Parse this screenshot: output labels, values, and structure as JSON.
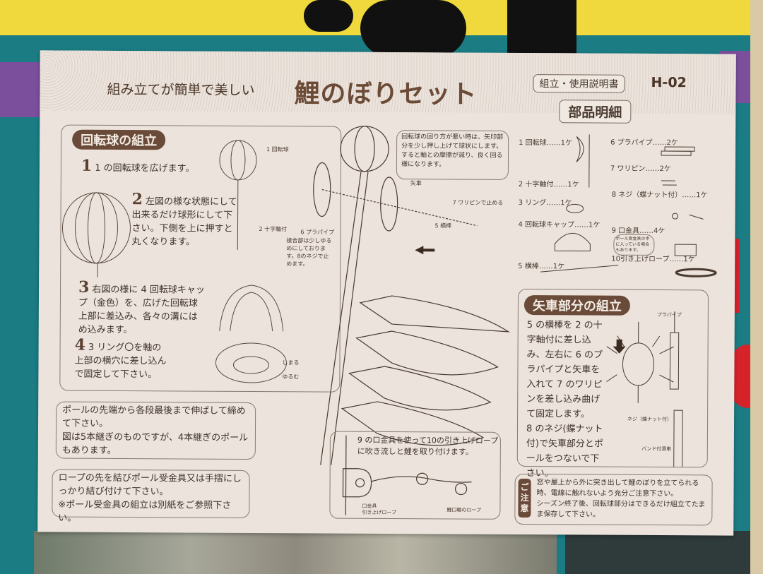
{
  "header": {
    "subtitle": "組み立てが簡単で美しい",
    "title": "鯉のぼりセット",
    "manual_label": "組立・使用説明書",
    "model_code": "H-02",
    "parts_heading": "部品明細"
  },
  "sphere_assembly": {
    "heading": "回転球の組立",
    "steps": [
      {
        "num": "1",
        "text": "1 の回転球を広げます。"
      },
      {
        "num": "2",
        "text": "左図の様な状態にして出来るだけ球形にして下さい。下側を上に押すと丸くなります。"
      },
      {
        "num": "3",
        "text": "右図の様に 4 回転球キャップ（金色）を、広げた回転球上部に差込み、各々の溝にはめ込みます。"
      },
      {
        "num": "4",
        "text": "3 リング〇を軸の上部の横穴に差し込んで固定して下さい。"
      }
    ],
    "labels": [
      "1 回転球",
      "2 十字軸付"
    ]
  },
  "center_notes": {
    "sphere_tip": "回転球の回り方が悪い時は、矢印部分を少し押し上げて球状にします。すると軸との摩擦が減り、良く回る様になります。",
    "arrow_wheel": "矢車",
    "pin_label": "7 ワリピンで止める",
    "bar_label": "5 横棒",
    "pipe_label": "6 プラパイプ",
    "joint_note": "接合部は少しゆるめにしております。8のネジで止めます。",
    "tighten": "しまる",
    "loosen": "ゆるむ"
  },
  "parts": [
    {
      "label": "1 回転球……1ケ"
    },
    {
      "label": "2 十字軸付……1ケ"
    },
    {
      "label": "3 リング……1ケ"
    },
    {
      "label": "4 回転球キャップ……1ケ"
    },
    {
      "label": "5 横棒……1ケ"
    },
    {
      "label": "6 プラパイプ……2ケ"
    },
    {
      "label": "7 ワリピン……2ケ"
    },
    {
      "label": "8 ネジ（蝶ナット付）……1ケ"
    },
    {
      "label": "9 口金具……4ケ"
    },
    {
      "label": "10引き上げロープ……1ケ"
    }
  ],
  "parts_note": "ポール受金具の中に入っている場合もあります。",
  "pole_note": "ポールの先端から各段最後まで伸ばして締めて下さい。\n図は5本継ぎのものですが、4本継ぎのポールもあります。",
  "rope_note": "ロープの先を結びポール受金具又は手摺にしっかり結び付けて下さい。\n※ポール受金具の組立は別紙をご参照下さい。",
  "clip_box": {
    "text": "9 の口金具を使って10の引き上げロープに吹き流しと鯉を取り付けます。",
    "label_clip": "口金具",
    "label_rope": "引き上げロープ",
    "label_fish_rope": "鯉口輪のロープ"
  },
  "arrow_wheel_assembly": {
    "heading": "矢車部分の組立",
    "text": "5 の横棒を 2 の十字軸付に差し込み、左右に 6 のプラパイプと矢車を入れて 7 のワリピンを差し込み曲げて固定します。\n8 のネジ(蝶ナット付)で矢車部分とポールをつないで下さい。",
    "labels": [
      "プラパイプ",
      "ネジ（蝶ナット付）",
      "バンド付滑車"
    ]
  },
  "caution": {
    "tab": "ご注意",
    "text": "窓や屋上から外に突き出して鯉のぼりを立てられる時、電線に触れないよう充分ご注意下さい。\nシーズン終了後、回転球部分はできるだけ組立てたまま保存して下さい。"
  },
  "colors": {
    "brown": "#6a4a38",
    "paper": "#ebe3dc",
    "teal": "#1b7c84",
    "yellow": "#efd93c",
    "purple": "#7b4f9c",
    "red": "#d6232a"
  }
}
